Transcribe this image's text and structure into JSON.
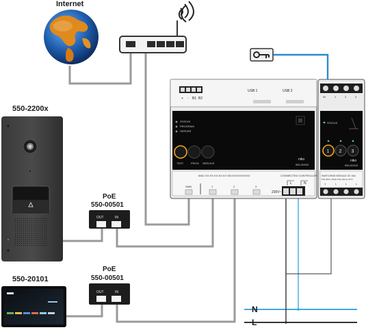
{
  "internet": {
    "label": "Internet"
  },
  "door_station": {
    "model": "550-2200x"
  },
  "touch_panel": {
    "model": "550-20101"
  },
  "poe_top": {
    "title": "PoE",
    "model": "550-00501",
    "port_out": "OUT",
    "port_in": "IN"
  },
  "poe_bottom": {
    "title": "PoE",
    "model": "550-00501",
    "port_out": "OUT",
    "port_in": "IN"
  },
  "controller": {
    "usb_left": [
      "+",
      "-",
      "B1",
      "B2"
    ],
    "usb1": "USB 1",
    "usb2": "USB 2",
    "leds": [
      "STATUS",
      "PROGRAM",
      "SERVER"
    ],
    "buttons": [
      "TEST",
      "PROG",
      "SERVICE"
    ],
    "brand": "niko",
    "code": "550-00003",
    "mac": "MAC:XX:XX:XX:XX:XX  SN:XXXXXXXXXX",
    "title": "CONNECTED CONTROLLER",
    "ports": [
      "WAN",
      "1",
      "2",
      "3"
    ],
    "voltage": "230V~",
    "terms": [
      "L",
      "N"
    ]
  },
  "switch_module": {
    "terms_top": [
      "IN",
      "1",
      "2",
      "3"
    ],
    "status": "STATUS",
    "buttons": [
      "1",
      "2",
      "3"
    ],
    "brand": "niko",
    "code": "550-00103",
    "title": "SWITCHING MODULE 3X 16A",
    "spec": "PIR 230V~/50Hz  Max 40A  tp 40°C",
    "terms_bottom": [
      "1",
      "L",
      "L",
      "L"
    ]
  },
  "mains": {
    "n": "N",
    "l": "L"
  },
  "colors": {
    "mains_n": "#3fa9dc",
    "mains_l": "#333333",
    "network": "#9a9a9a",
    "key_line": "#2a8ccf",
    "accent": "#f5a623"
  },
  "icons": [
    "globe-icon",
    "router-icon",
    "wifi-icon",
    "key-icon"
  ]
}
